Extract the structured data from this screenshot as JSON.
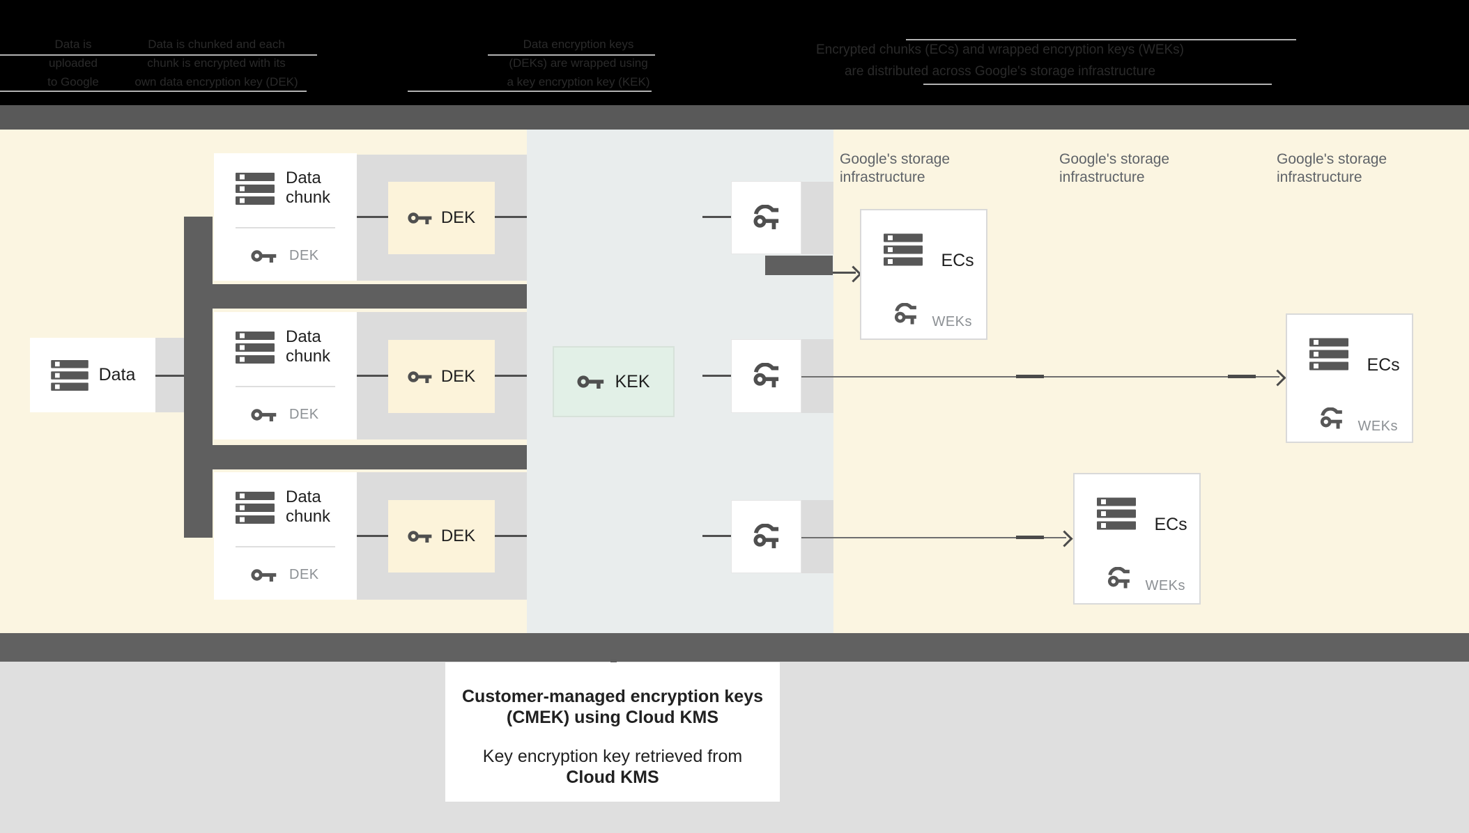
{
  "header": {
    "col1": {
      "l1": "Data is",
      "l2": "uploaded",
      "l3": "to Google"
    },
    "col2": {
      "l1": "Data is chunked and each",
      "l2": "chunk is encrypted with its",
      "l3": "own data encryption key (DEK)"
    },
    "col3": {
      "l1": "Data encryption keys",
      "l2": "(DEKs) are wrapped using",
      "l3": "a key encryption key (KEK)"
    },
    "col4": {
      "l1": "Encrypted chunks (ECs) and wrapped encryption keys (WEKs)",
      "l2": "are distributed across Google's storage infrastructure"
    }
  },
  "storage_label": {
    "l1": "Google's storage",
    "l2": "infrastructure"
  },
  "nodes": {
    "data_card": {
      "label": "Data"
    },
    "chunks": [
      {
        "title": "Data chunk",
        "key_label": "DEK"
      },
      {
        "title": "Data chunk",
        "key_label": "DEK"
      },
      {
        "title": "Data chunk",
        "key_label": "DEK"
      }
    ],
    "dek_boxes": [
      {
        "label": "DEK"
      },
      {
        "label": "DEK"
      },
      {
        "label": "DEK"
      }
    ],
    "kek_box": {
      "label": "KEK"
    },
    "ecs_cards": [
      {
        "title": "ECs",
        "key_label": "WEKs"
      },
      {
        "title": "ECs",
        "key_label": "WEKs"
      },
      {
        "title": "ECs",
        "key_label": "WEKs"
      }
    ]
  },
  "caption": {
    "title_l1": "Customer-managed encryption keys",
    "title_l2": "(CMEK) using Cloud KMS",
    "body_l1": "Key encryption key retrieved from",
    "body_l2": "Cloud KMS"
  },
  "colors": {
    "cream_zone": "#FBF5E1",
    "mid_zone": "#E9EDED",
    "dark_gray": "#5F5F5F",
    "band_gray": "#DCDCDC",
    "kek_green": "#E2F0E7",
    "header_black": "#000000",
    "title_text": "#1F1F1F",
    "muted_text": "#8C9094",
    "storage_text": "#5F6368"
  }
}
